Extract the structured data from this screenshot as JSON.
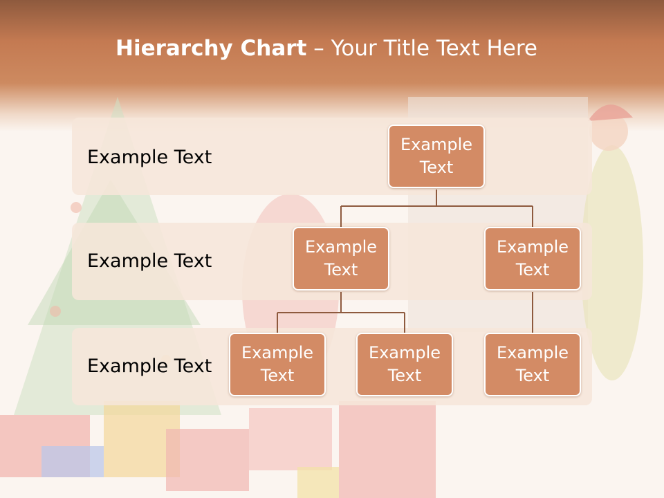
{
  "title": {
    "bold": "Hierarchy Chart",
    "rest": " – Your Title Text Here"
  },
  "bands": [
    {
      "label": "Example Text"
    },
    {
      "label": "Example Text"
    },
    {
      "label": "Example Text"
    }
  ],
  "nodes": {
    "root": "Example Text",
    "level2_left": "Example Text",
    "level2_right": "Example Text",
    "level3_1": "Example Text",
    "level3_2": "Example Text",
    "level3_3": "Example Text"
  },
  "colors": {
    "header": "#c47a52",
    "node_fill": "#d38b65",
    "band_fill": "#f6e6da",
    "connector": "#8e5a3e"
  }
}
